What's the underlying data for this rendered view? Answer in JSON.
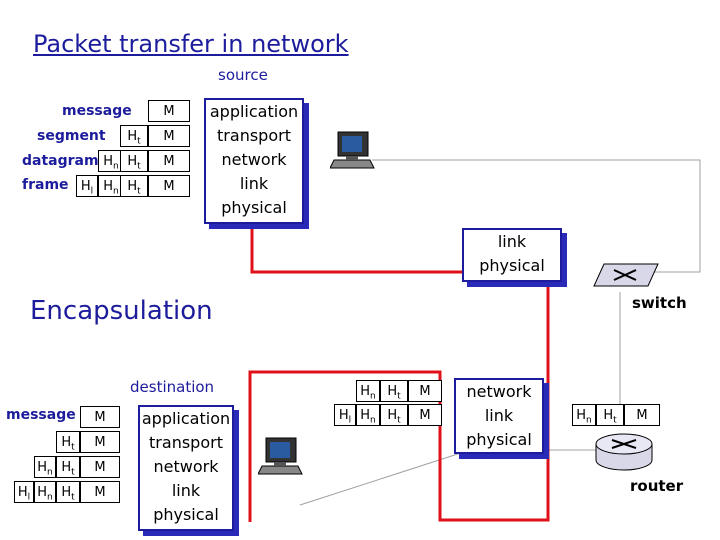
{
  "title": "Packet transfer in network",
  "source_label": "source",
  "destination_label": "destination",
  "encapsulation_label": "Encapsulation",
  "switch_label": "switch",
  "router_label": "router",
  "source_stack": [
    "application",
    "transport",
    "network",
    "link",
    "physical"
  ],
  "switch_stack": [
    "link",
    "physical"
  ],
  "router_stack": [
    "network",
    "link",
    "physical"
  ],
  "dest_stack": [
    "application",
    "transport",
    "network",
    "link",
    "physical"
  ],
  "encap_rows": {
    "message": "message",
    "segment": "segment",
    "datagram": "datagram",
    "frame": "frame"
  },
  "headers": {
    "transport": "H",
    "transport_sub": "t",
    "network": "H",
    "network_sub": "n",
    "link": "H",
    "link_sub": "l",
    "msg": "M"
  },
  "dest_message_label": "message",
  "colors": {
    "accent": "#1c1c9c",
    "path": "#e0101a",
    "link_line": "#a0a0a0"
  }
}
